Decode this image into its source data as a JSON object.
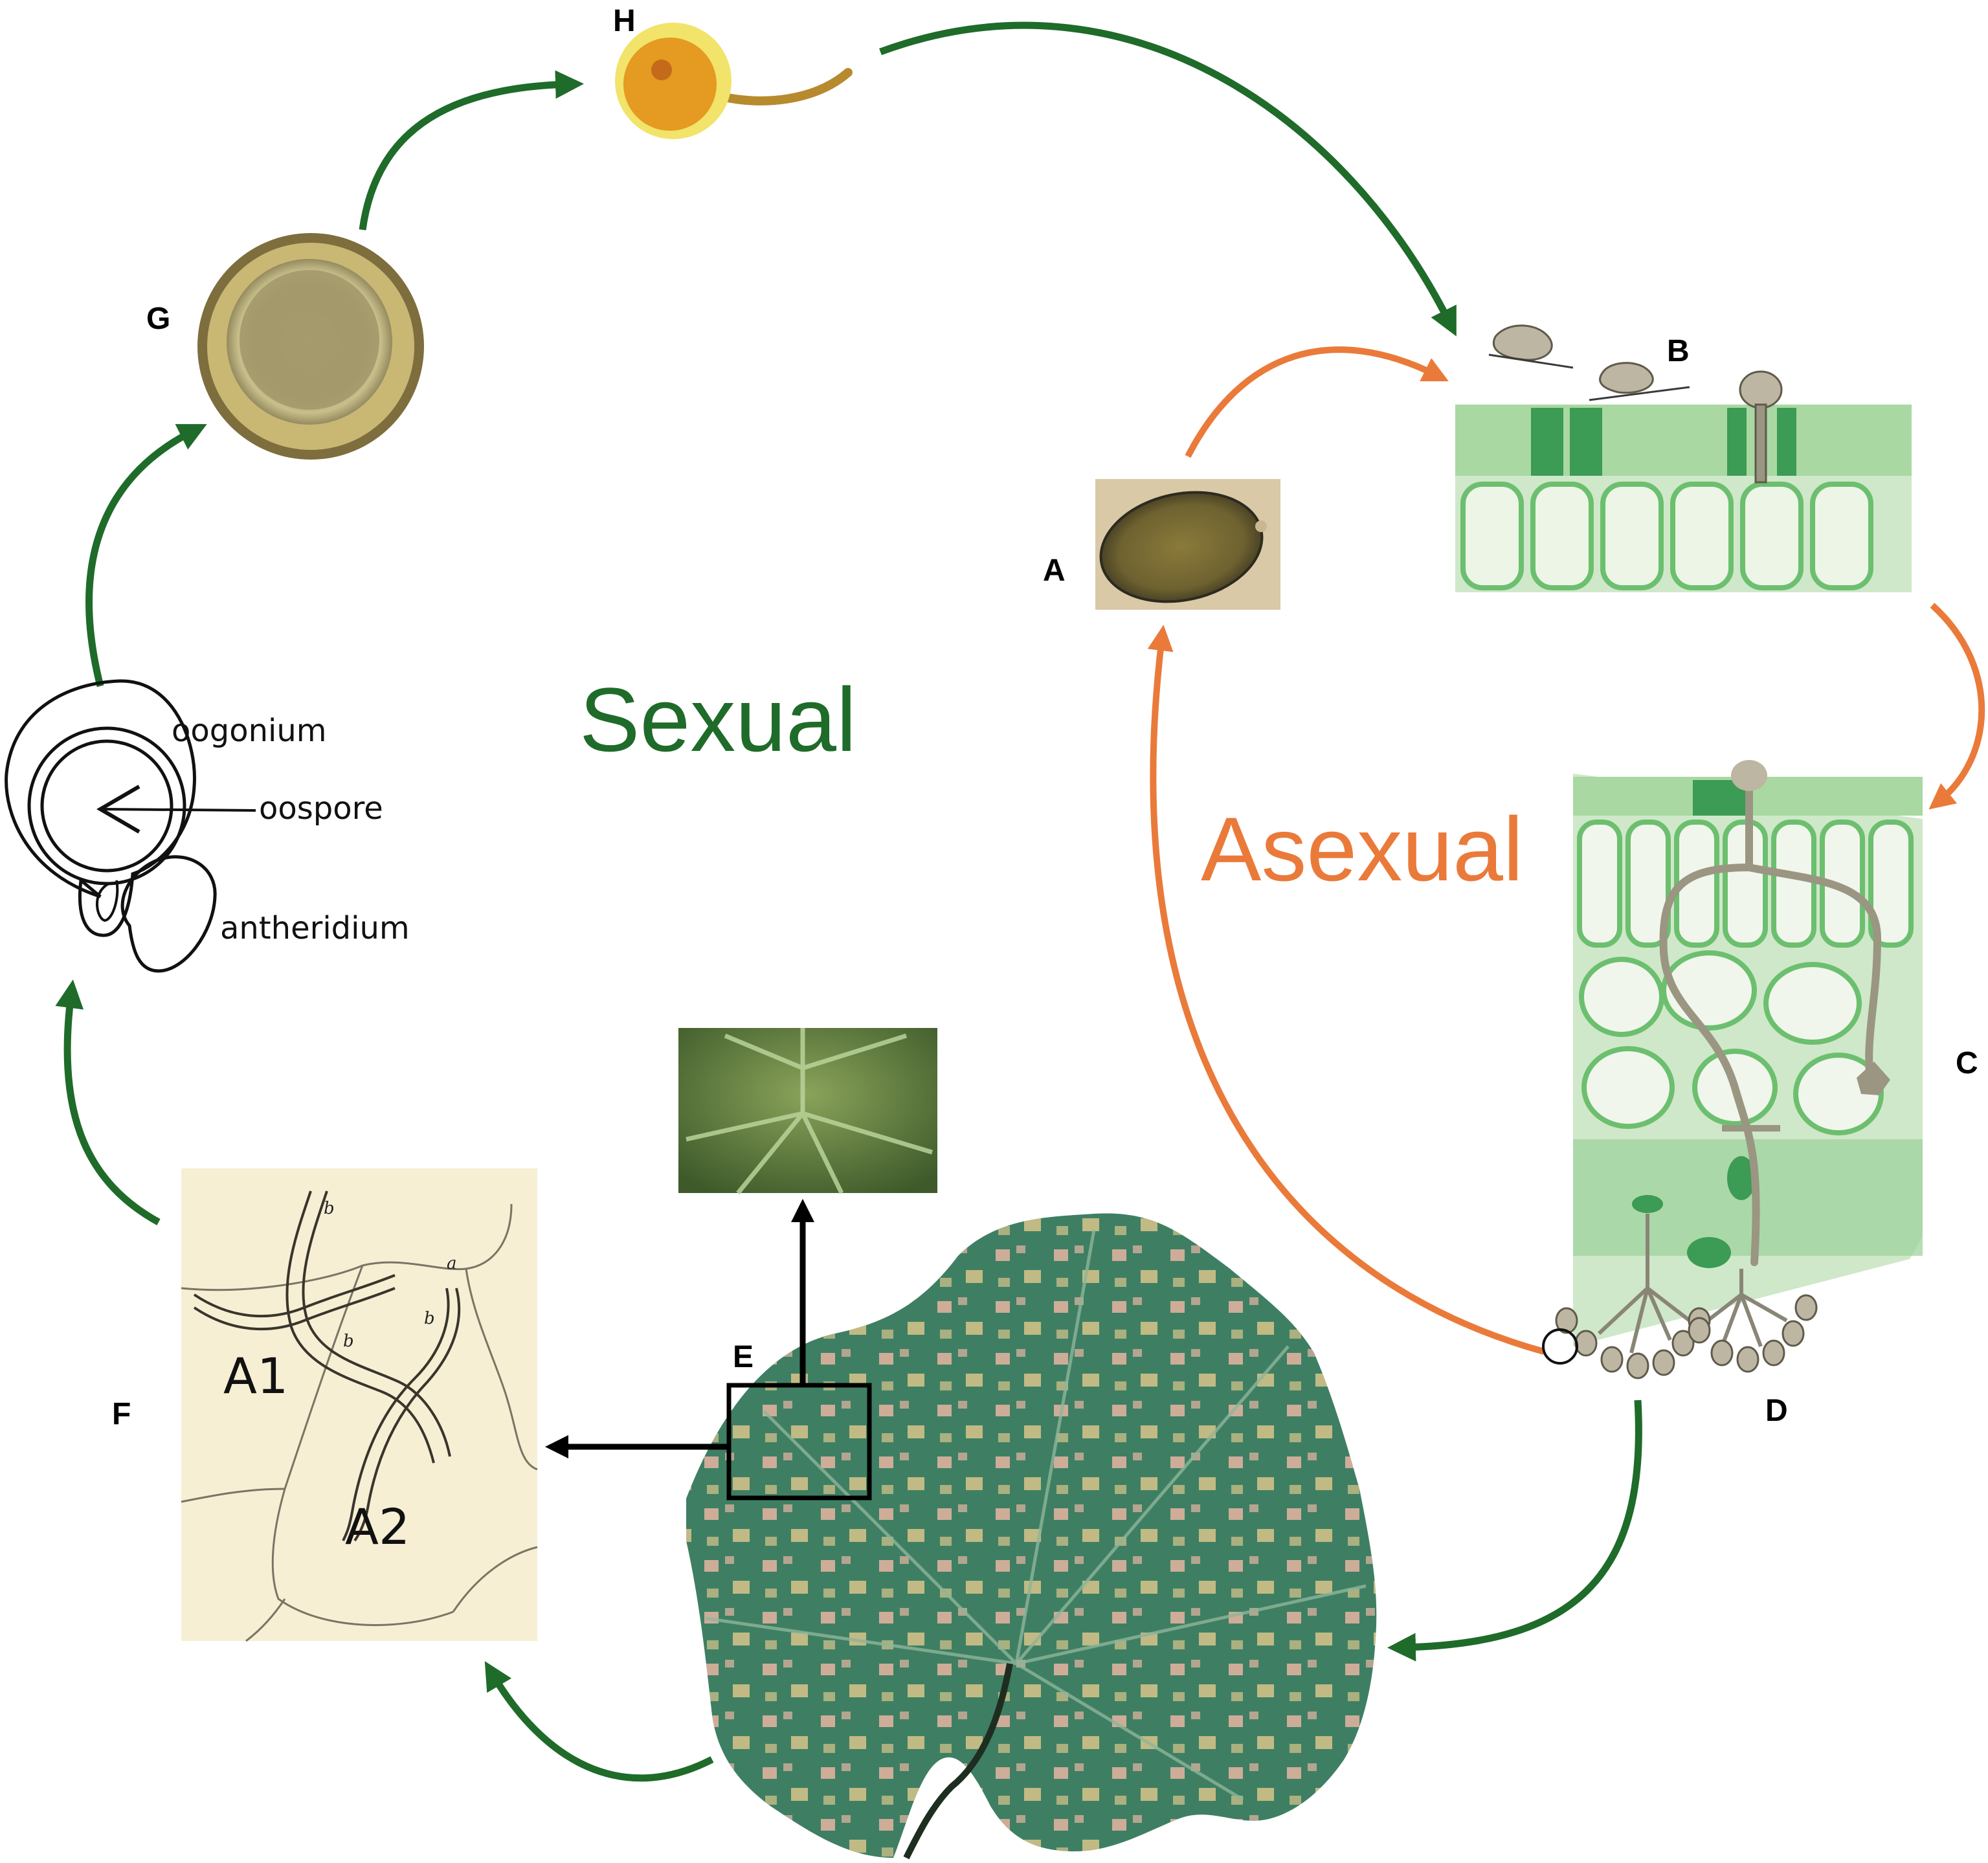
{
  "colors": {
    "sexual": "#1f6b2a",
    "asexual": "#ea7a3a",
    "tissue_light": "#cfe8c9",
    "tissue_mid": "#9fd39c",
    "tissue_dark": "#3c9b54",
    "spore": "#9a9682",
    "leaf": "#3e7f63",
    "lesion": "#e6b5a1",
    "paper": "#f6efd4"
  },
  "cycles": {
    "sexual": "Sexual",
    "asexual": "Asexual"
  },
  "panels": {
    "A": "A",
    "B": "B",
    "C": "C",
    "D": "D",
    "E": "E",
    "F": "F",
    "G": "G",
    "H": "H"
  },
  "oospore_diagram": {
    "oogonium": "oogonium",
    "oospore": "oospore",
    "antheridium": "antheridium"
  },
  "hyphae_drawing": {
    "a1": "A1",
    "a2": "A2",
    "mark_a": "a",
    "mark_b": "b"
  }
}
